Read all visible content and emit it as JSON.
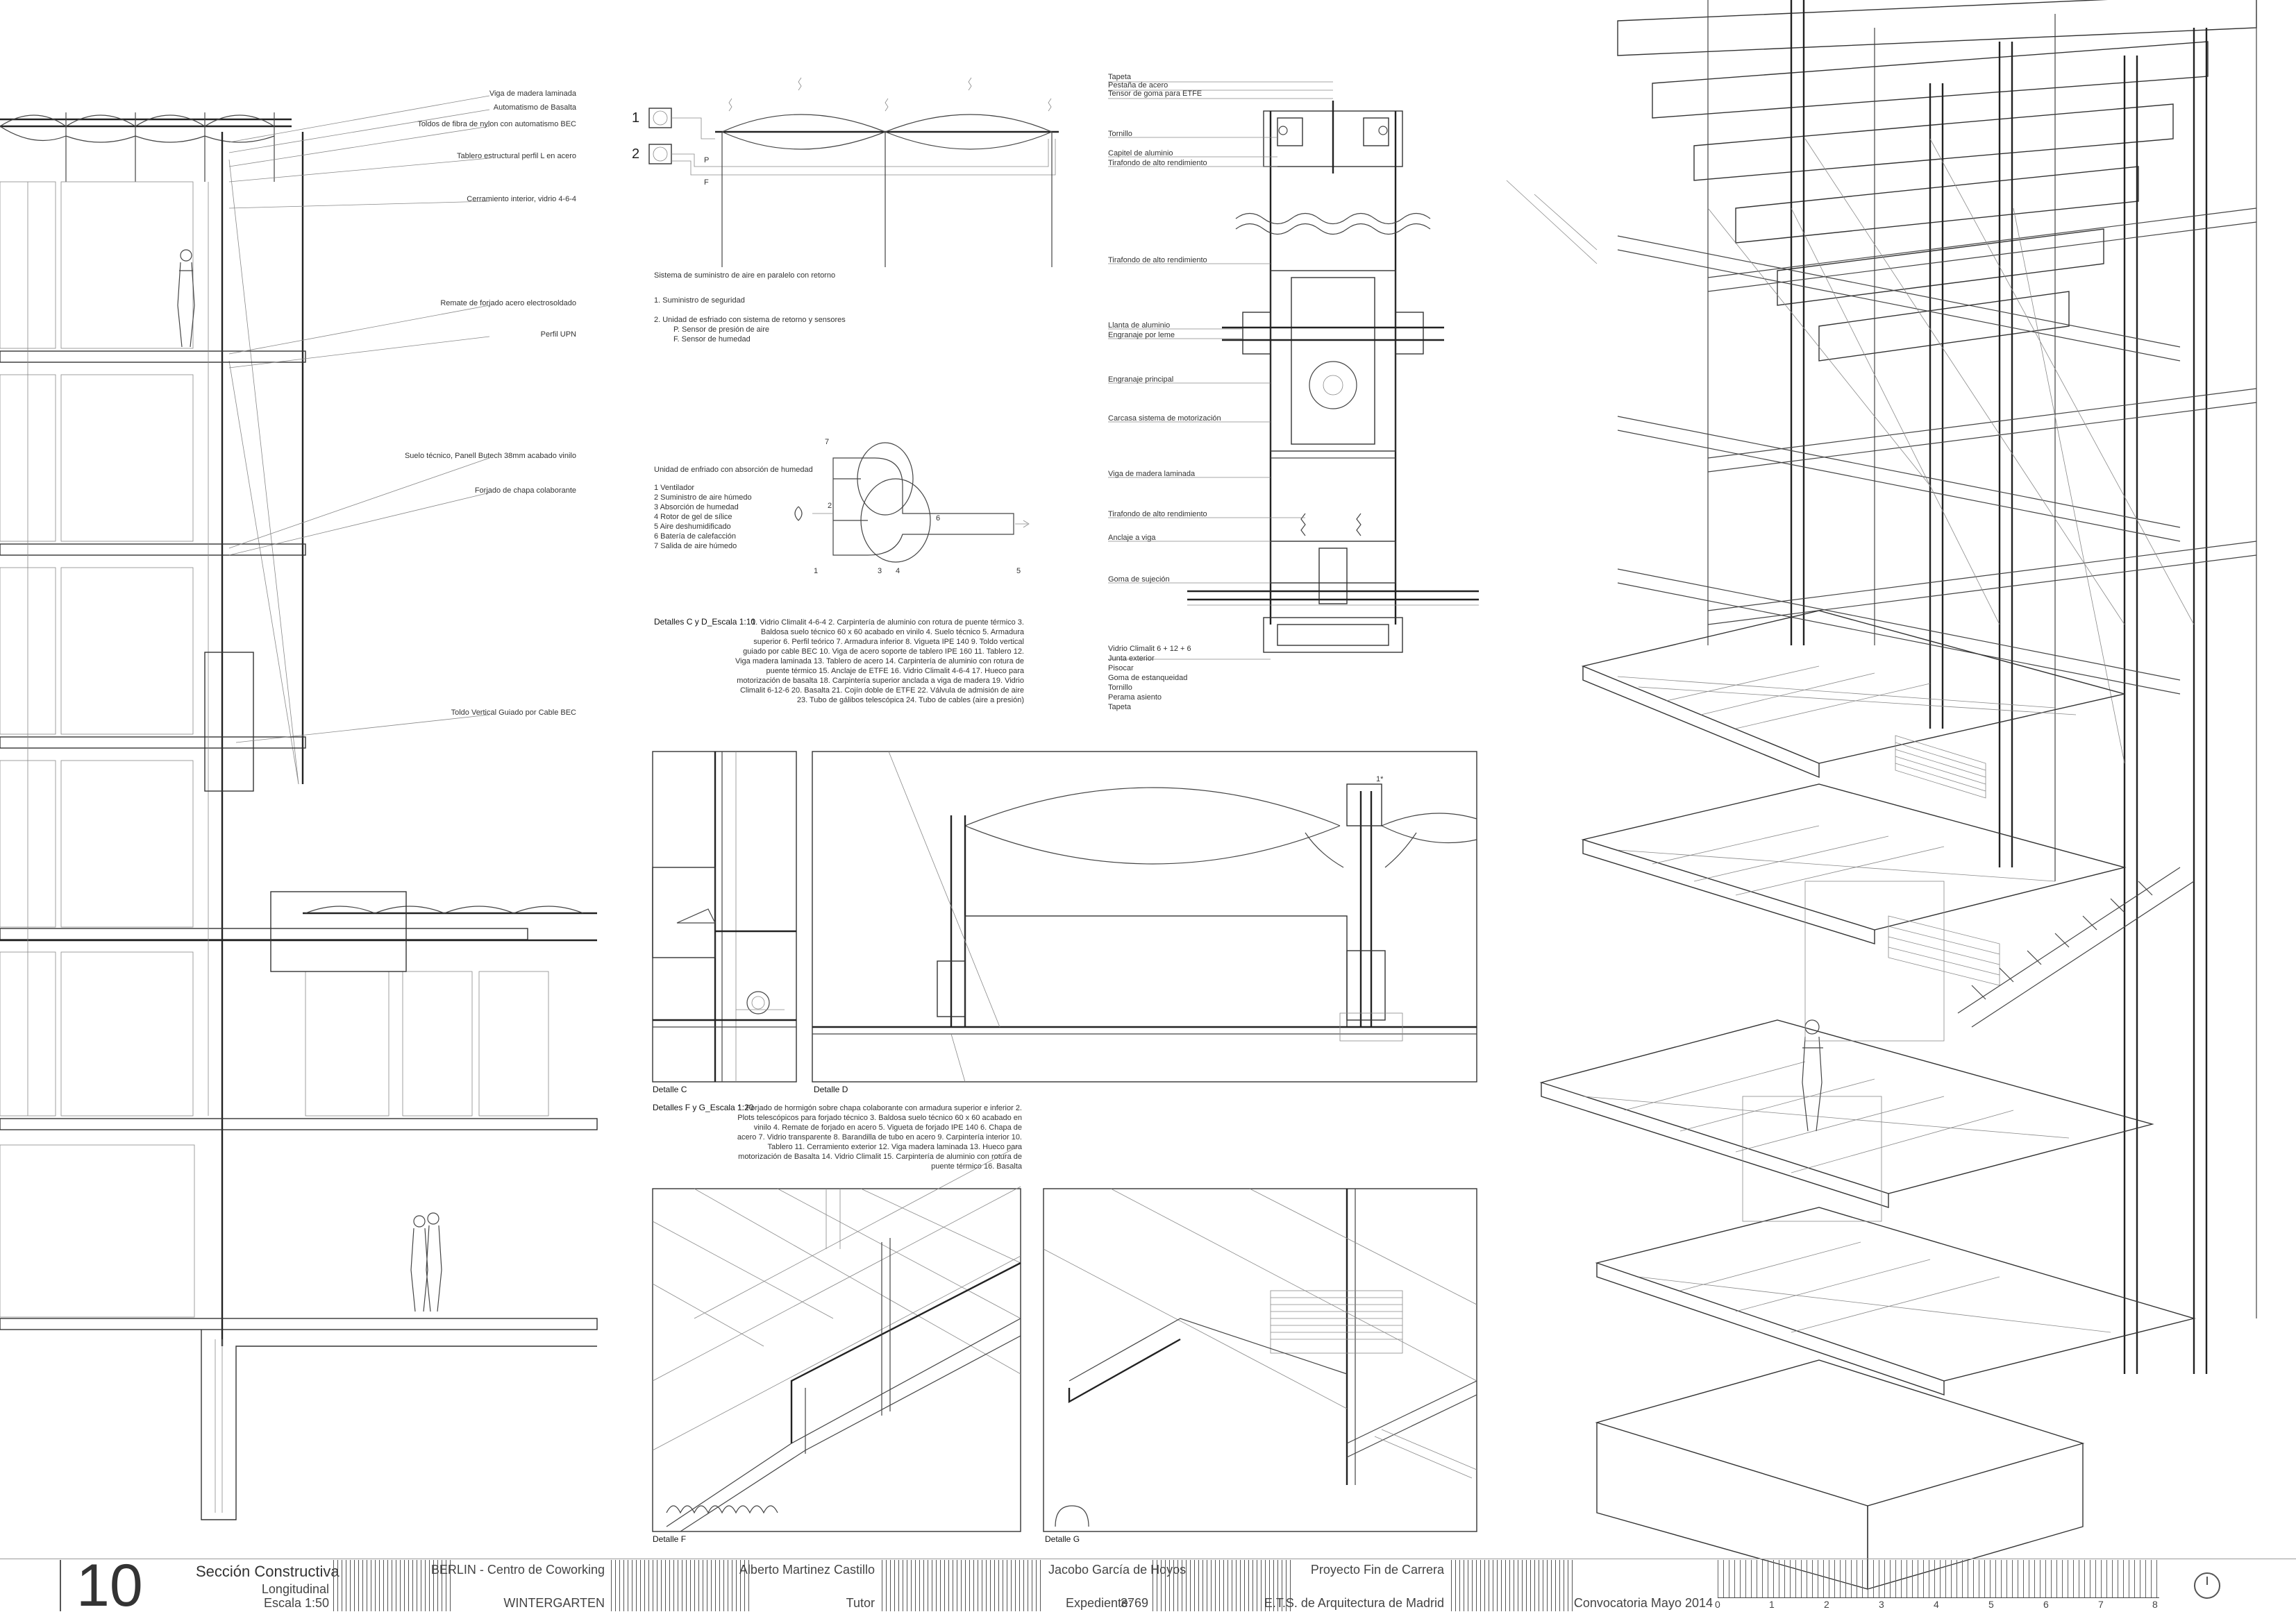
{
  "section_labels": [
    "Viga de madera laminada",
    "Automatismo de Basalta",
    "Toldos de fibra de nylon con automatismo BEC",
    "Tablero estructural perfil L en acero",
    "Cerramiento interior, vidrio 4-6-4",
    "Remate de forjado acero electrosoldado",
    "Perfil UPN",
    "Suelo técnico, Panell Butech 38mm acabado vinilo",
    "Forjado de chapa colaborante",
    "Toldo Vertical Guiado por Cable BEC"
  ],
  "air_supply": {
    "title": "Sistema de suministro de aire en paralelo con retorno",
    "items": [
      "1. Suministro de seguridad",
      "2. Unidad de esfriado con sistema de retorno y sensores",
      "P. Sensor de presión de aire",
      "F. Sensor de humedad"
    ],
    "marker_1": "1",
    "marker_2": "2",
    "marker_P": "P",
    "marker_F": "F"
  },
  "cooling_unit": {
    "title": "Unidad de enfriado con absorción de humedad",
    "items": [
      "1 Ventilador",
      "2 Suministro de aire húmedo",
      "3 Absorción de humedad",
      "4 Rotor de gel de sílice",
      "5 Aire deshumidificado",
      "6 Batería de calefacción",
      "7 Salida de aire húmedo"
    ],
    "numbers": [
      "7",
      "2",
      "6",
      "1",
      "3",
      "4",
      "5"
    ]
  },
  "details_cd": {
    "title": "Detalles C y D_Escala 1:10",
    "text": [
      "1. Vidrio Climalit 4-6-4 2. Carpintería de aluminio con rotura de puente térmico 3.",
      "Baldosa suelo técnico 60 x 60 acabado en vinilo 4. Suelo técnico 5. Armadura",
      "superior 6. Perfil teórico 7. Armadura inferior 8. Vigueta IPE 140 9. Toldo vertical",
      "guiado por cable BEC 10. Viga de acero soporte de tablero IPE 160 11. Tablero 12.",
      "Viga madera laminada 13. Tablero de acero 14. Carpintería de aluminio con rotura de",
      "puente térmico 15. Anclaje de ETFE 16. Vidrio Climalit 4-6-4 17. Hueco para",
      "motorización de basalta 18. Carpintería superior anclada a viga de madera 19. Vidrio",
      "Climalit 6-12-6 20. Basalta 21. Cojín doble de ETFE 22. Válvula de admisión de aire",
      "23. Tubo de gálibos telescópica 24. Tubo de cables (aire a presión)"
    ]
  },
  "detail_labels": [
    "Tapeta",
    "Pestaña de acero",
    "Tensor de goma para ETFE",
    "Tornillo",
    "Capitel de aluminio",
    "Tirafondo de alto rendimiento",
    "Tirafondo de alto rendimiento",
    "Llanta de aluminio",
    "Engranaje por leme",
    "Engranaje principal",
    "Carcasa sistema de motorización",
    "Viga de madera laminada",
    "Tirafondo de alto rendimiento",
    "Anclaje a viga",
    "Goma de sujeción",
    "Vidrio Climalit 6 + 12 + 6",
    "Junta exterior",
    "Pisocar",
    "Goma de estanqueidad",
    "Tornillo",
    "Perama asiento",
    "Tapeta"
  ],
  "details_fg": {
    "title": "Detalles F y G_Escala 1:20",
    "text": [
      "1. Forjado de hormigón sobre chapa colaborante con armadura superior e inferior 2.",
      "Plots telescópicos para forjado técnico 3. Baldosa suelo técnico 60 x 60 acabado en",
      "vinilo 4. Remate de forjado en acero 5. Vigueta de forjado IPE 140 6. Chapa de",
      "acero 7. Vidrio transparente 8. Barandilla de tubo en acero 9. Carpintería interior 10.",
      "Tablero 11. Cerramiento exterior 12. Viga madera laminada 13. Hueco para",
      "motorización de Basalta 14. Vidrio Climalit 15. Carpintería de aluminio con rotura de",
      "puente térmico 16. Basalta"
    ]
  },
  "captions": {
    "detail_c": "Detalle C",
    "detail_d": "Detalle D",
    "detail_f": "Detalle F",
    "detail_g": "Detalle G",
    "d_marker": "1*"
  },
  "title_block": {
    "sheet_number": "10",
    "title": "Sección Constructiva",
    "subtitle": "Longitudinal",
    "scale": "Escala 1:50",
    "project": "BERLIN - Centro de Coworking",
    "project_sub": "WINTERGARTEN",
    "author": "Alberto Martinez Castillo",
    "author_role": "Tutor",
    "tutor": "Jacobo García de Hoyos",
    "file_label": "Expediente:",
    "file_number": "3769",
    "course": "Proyecto Fin de Carrera",
    "school": "E.T.S. de Arquitectura de Madrid",
    "call": "Convocatoria Mayo 2014",
    "scale_numbers": [
      "0",
      "1",
      "2",
      "3",
      "4",
      "5",
      "6",
      "7",
      "8"
    ]
  }
}
